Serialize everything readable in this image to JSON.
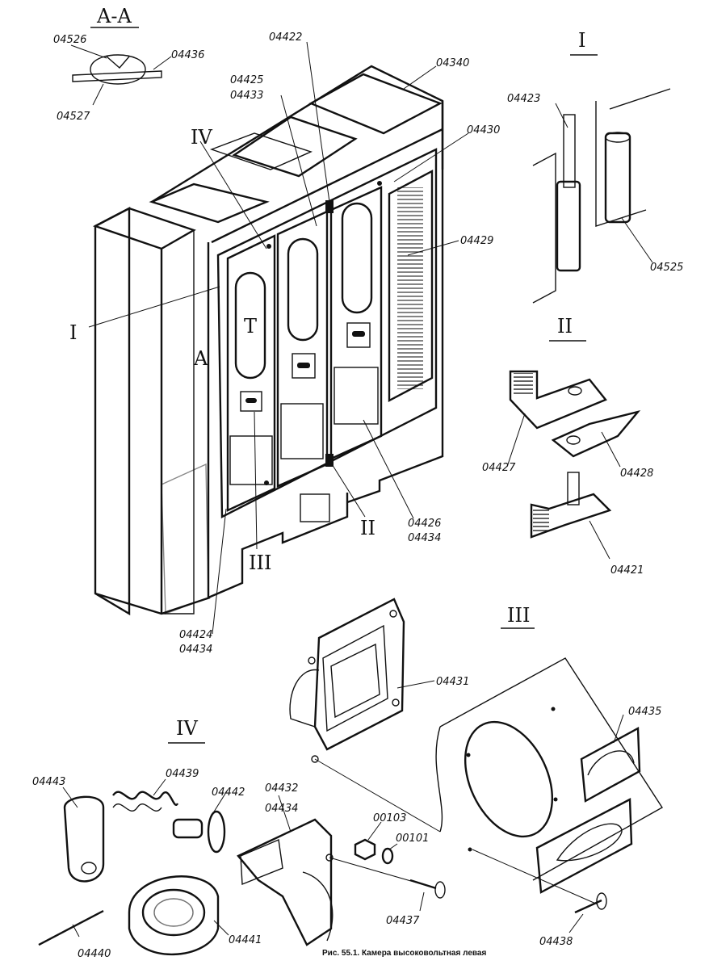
{
  "figure": {
    "caption": "Рис. 55.1. Камера высоковольтная левая",
    "section_view_label": "A-A",
    "section_marker": "A",
    "roman_on_door": "T",
    "detail_labels": [
      "I",
      "II",
      "III",
      "IV"
    ],
    "callouts": {
      "p04526": "04526",
      "p04436": "04436",
      "p04527": "04527",
      "p04422": "04422",
      "p04340": "04340",
      "p04425": "04425",
      "p04433": "04433",
      "p04430": "04430",
      "p04429": "04429",
      "p04426": "04426",
      "p04434a": "04434",
      "p04424": "04424",
      "p04434b": "04434",
      "p04423": "04423",
      "p04525": "04525",
      "p04427": "04427",
      "p04428": "04428",
      "p04421": "04421",
      "p04431": "04431",
      "p04435": "04435",
      "p04443": "04443",
      "p04439": "04439",
      "p04442": "04442",
      "p04432": "04432",
      "p04434c": "04434",
      "p00103": "00103",
      "p00101": "00101",
      "p04437": "04437",
      "p04438": "04438",
      "p04440": "04440",
      "p04441": "04441"
    }
  }
}
